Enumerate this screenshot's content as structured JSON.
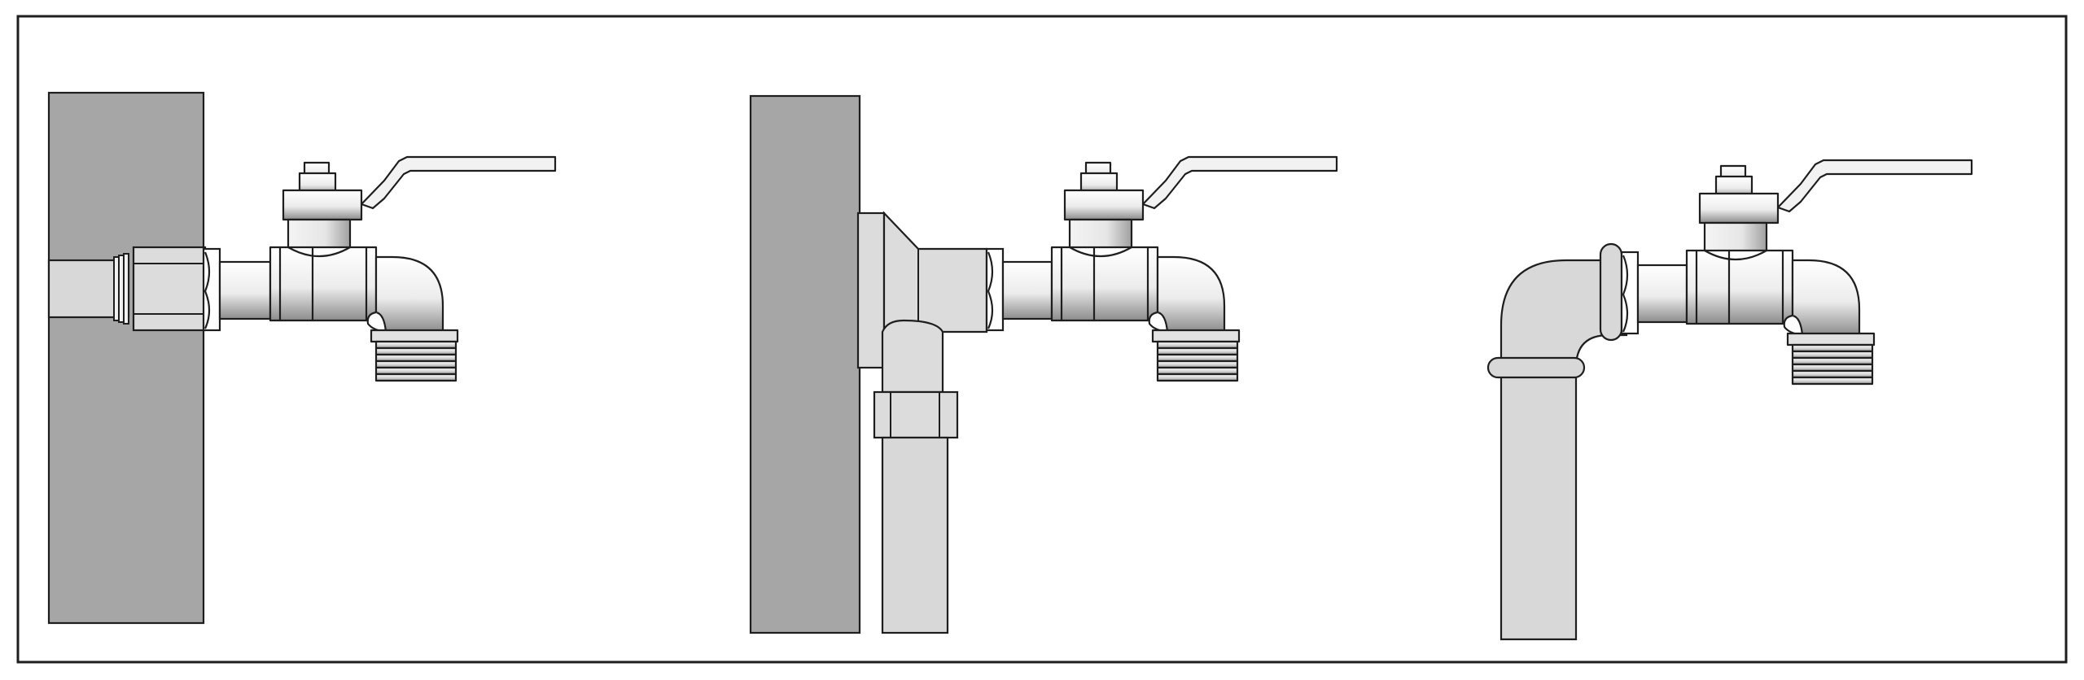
{
  "figure": {
    "panels": [
      {
        "id": "panel-1",
        "variant": "wall-thread"
      },
      {
        "id": "panel-2",
        "variant": "wall-flange-vertical-pipe"
      },
      {
        "id": "panel-3",
        "variant": "free-standing-elbow"
      }
    ]
  },
  "colors": {
    "frame": "#1e1e1e",
    "wall": "#a7a6a7",
    "pipe": "#d8d8d8",
    "metal_light": "#f2f2f2",
    "metal_dark": "#8c8c8c",
    "stroke": "#1e1e1e"
  }
}
